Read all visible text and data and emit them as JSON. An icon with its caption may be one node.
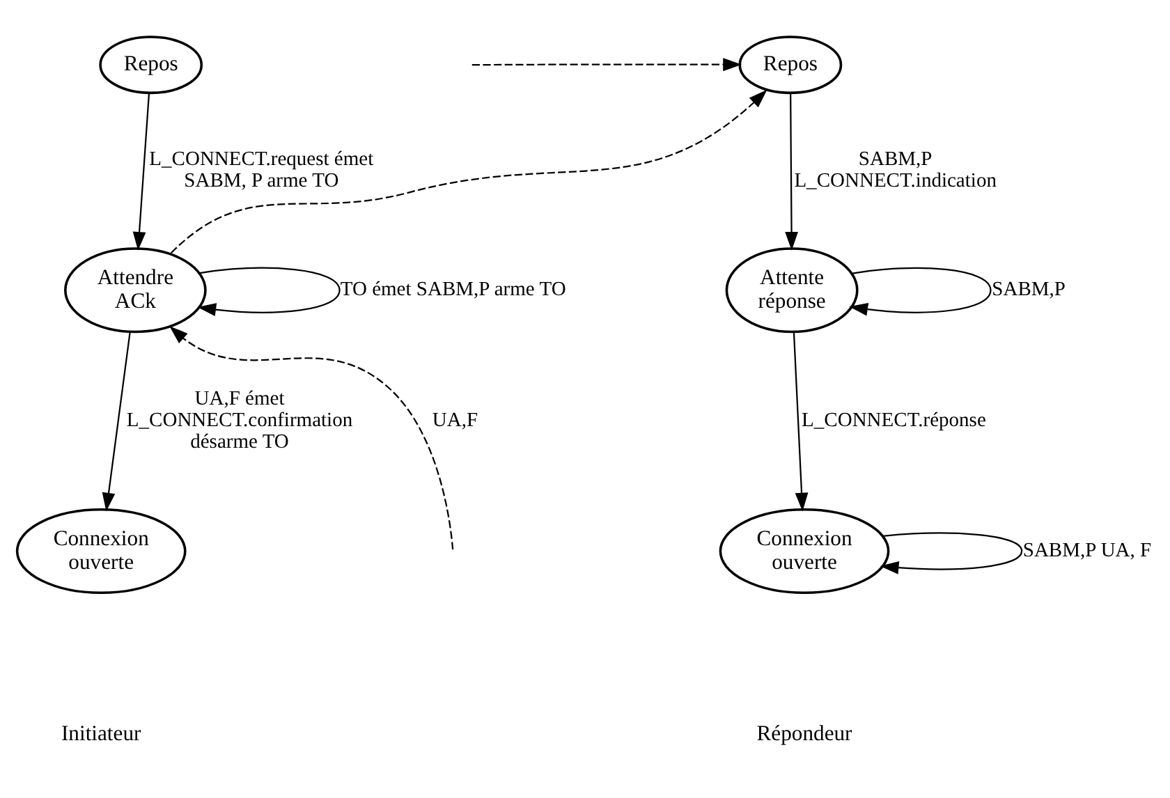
{
  "diagram": {
    "nodes": [
      {
        "text": [
          "Repos"
        ]
      },
      {
        "text": [
          "Attendre ACk"
        ]
      },
      {
        "text": [
          "Connexion ouverte"
        ]
      },
      {
        "text": [
          "Repos"
        ]
      },
      {
        "text": [
          "Attente réponse"
        ]
      },
      {
        "text": [
          "Connexion ouverte"
        ]
      }
    ],
    "edges": [
      {
        "from": 0,
        "to": 1,
        "arrow": "to",
        "label": "L_CONNECT.request émet SABM, P arme TO"
      },
      {
        "from": 1,
        "to": 1,
        "arrow": "to",
        "label": "TO émet SABM,P arme TO"
      },
      {
        "from": 1,
        "to": 2,
        "arrow": "to",
        "label": "UA,F émet L_CONNECT.confirmation désarme TO"
      },
      {
        "from": 3,
        "to": 4,
        "arrow": "to",
        "label": "SABM,P L_CONNECT.indication"
      },
      {
        "from": 4,
        "to": 4,
        "arrow": "to",
        "label": "SABM,P"
      },
      {
        "from": 4,
        "to": 5,
        "arrow": "to",
        "label": "L_CONNECT.réponse"
      },
      {
        "from": 5,
        "to": 5,
        "arrow": "to",
        "label": "SABM,P UA, F"
      },
      {
        "from": null,
        "to": 3,
        "arrow": "to",
        "style": "dashed"
      },
      {
        "from": 1,
        "to": 3,
        "arrow": "to",
        "style": "dashed"
      },
      {
        "from": null,
        "to": 1,
        "arrow": "to",
        "style": "dashed",
        "label": "UA,F"
      }
    ],
    "labels": [
      "Initiateur",
      "Répondeur"
    ]
  }
}
